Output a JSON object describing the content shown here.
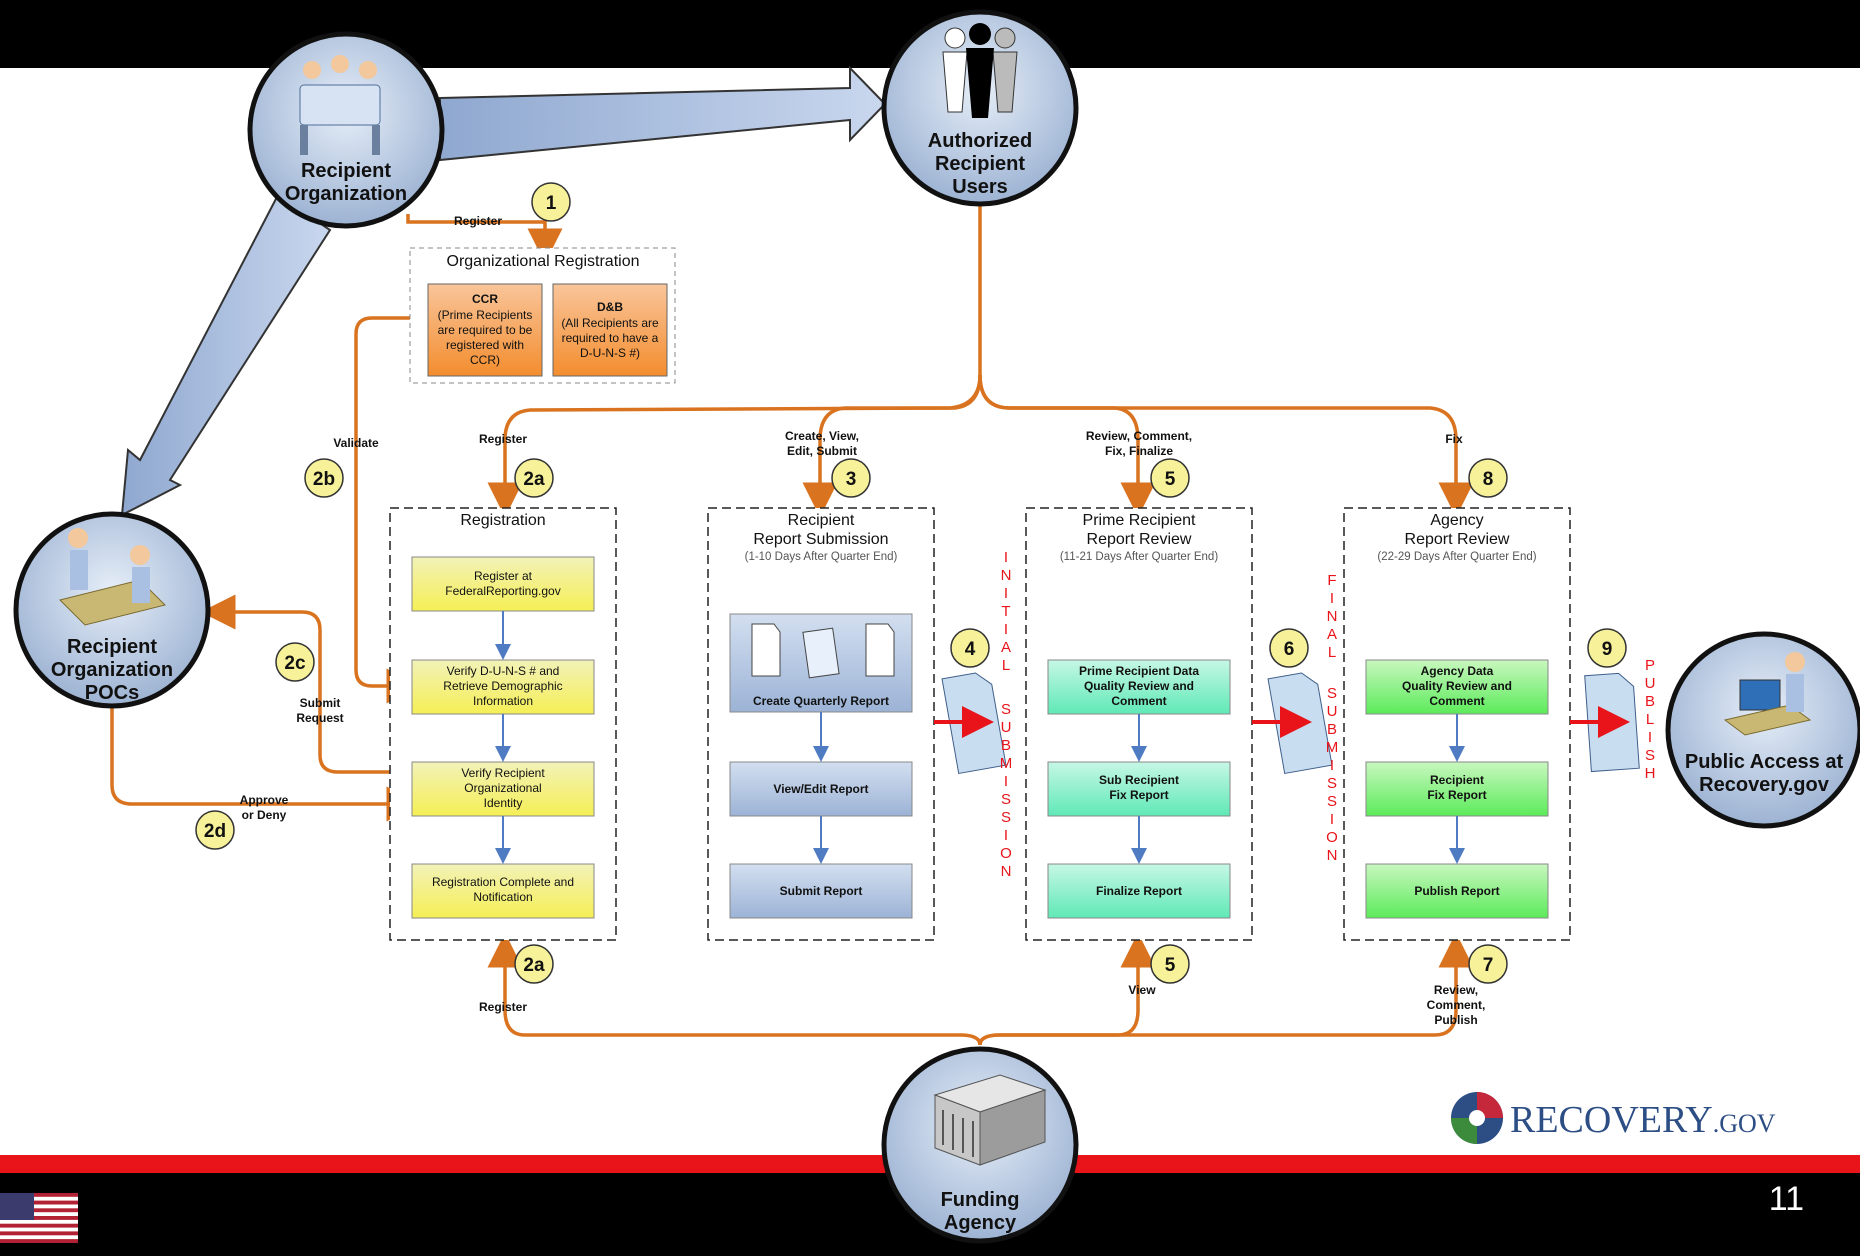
{
  "slide": {
    "page_number": "11"
  },
  "colors": {
    "connector": "#d9731f",
    "red_arrow": "#e8141a",
    "step_badge": "#f7f29a",
    "yellow_box": "#f5f27a",
    "blue_box": "#a9bedb",
    "teal_box": "#7ff0c8",
    "green_box": "#7ef07a",
    "orange_box": "#f6a04a"
  },
  "actors": {
    "recipient_org": {
      "line1": "Recipient",
      "line2": "Organization",
      "icon": "meeting-table-icon"
    },
    "authorized_users": {
      "line1": "Authorized",
      "line2": "Recipient",
      "line3": "Users",
      "icon": "people-group-icon"
    },
    "recipient_pocs": {
      "line1": "Recipient",
      "line2": "Organization",
      "line3": "POCs",
      "icon": "desk-meeting-icon"
    },
    "funding_agency": {
      "line1": "Funding",
      "line2": "Agency",
      "icon": "bank-building-icon"
    },
    "public_access": {
      "line1": "Public Access at",
      "line2": "Recovery.gov",
      "icon": "computer-user-icon"
    }
  },
  "org_registration": {
    "title": "Organizational Registration",
    "ccr": {
      "title": "CCR",
      "lines": [
        "(Prime Recipients",
        "are required to be",
        "registered with",
        "CCR)"
      ]
    },
    "dnb": {
      "title": "D&B",
      "lines": [
        "(All Recipients are",
        "required to have a",
        "D-U-N-S #)"
      ]
    }
  },
  "stages": {
    "registration": {
      "title": "Registration",
      "boxes": [
        [
          "Register at",
          "FederalReporting.gov"
        ],
        [
          "Verify D-U-N-S # and",
          "Retrieve Demographic",
          "Information"
        ],
        [
          "Verify Recipient",
          "Organizational",
          "Identity"
        ],
        [
          "Registration Complete and",
          "Notification"
        ]
      ]
    },
    "submission": {
      "title1": "Recipient",
      "title2": "Report Submission",
      "subtitle": "(1-10 Days After Quarter End)",
      "boxes": [
        "Create Quarterly Report",
        "View/Edit Report",
        "Submit Report"
      ]
    },
    "prime_review": {
      "title1": "Prime Recipient",
      "title2": "Report Review",
      "subtitle": "(11-21 Days After Quarter End)",
      "boxes": [
        [
          "Prime Recipient Data",
          "Quality Review and",
          "Comment"
        ],
        [
          "Sub Recipient",
          "Fix Report"
        ],
        [
          "Finalize Report"
        ]
      ]
    },
    "agency_review": {
      "title1": "Agency",
      "title2": "Report Review",
      "subtitle": "(22-29 Days After Quarter End)",
      "boxes": [
        [
          "Agency Data",
          "Quality Review and",
          "Comment"
        ],
        [
          "Recipient",
          "Fix Report"
        ],
        [
          "Publish Report"
        ]
      ]
    }
  },
  "labels": {
    "register_top": "Register",
    "validate": "Validate",
    "register_2a": "Register",
    "create_view": [
      "Create, View,",
      "Edit, Submit"
    ],
    "review_comment": [
      "Review, Comment,",
      "Fix, Finalize"
    ],
    "fix": "Fix",
    "submit_request": [
      "Submit",
      "Request"
    ],
    "approve_deny": [
      "Approve",
      "or Deny"
    ],
    "register_bottom": "Register",
    "view": "View",
    "review_comment_publish": [
      "Review,",
      "Comment,",
      "Publish"
    ]
  },
  "steps": {
    "s1": "1",
    "s2b": "2b",
    "s2a_top": "2a",
    "s3": "3",
    "s5_top": "5",
    "s8": "8",
    "s2c": "2c",
    "s2d": "2d",
    "s4": "4",
    "s6": "6",
    "s9": "9",
    "s2a_bottom": "2a",
    "s5_bottom": "5",
    "s7": "7"
  },
  "phase_labels": {
    "initial": [
      "I",
      "N",
      "I",
      "T",
      "I",
      "A",
      "L",
      "",
      "S",
      "U",
      "B",
      "M",
      "I",
      "S",
      "S",
      "I",
      "O",
      "N"
    ],
    "final": [
      "F",
      "I",
      "N",
      "A",
      "L",
      "",
      "S",
      "U",
      "B",
      "M",
      "I",
      "S",
      "S",
      "I",
      "O",
      "N"
    ],
    "publish": [
      "P",
      "U",
      "B",
      "L",
      "I",
      "S",
      "H"
    ]
  },
  "logo": {
    "main": "RECOVERY",
    "suffix": ".GOV"
  }
}
